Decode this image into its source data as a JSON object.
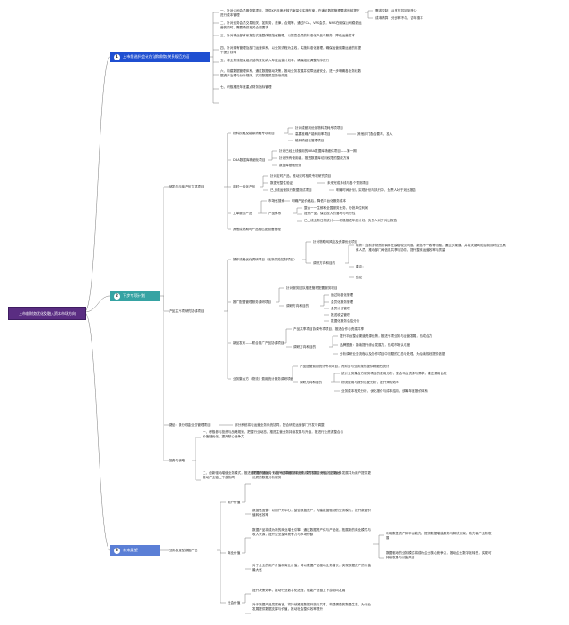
{
  "root": {
    "label": "上市前财务优化及融入资本市场方向"
  },
  "sections": [
    {
      "num": "1",
      "label": "上市前选择会计方法和财务关系规范方面"
    },
    {
      "num": "2",
      "label": "下步专项计划"
    },
    {
      "num": "3",
      "label": "未来展望"
    }
  ],
  "s1": {
    "items": [
      "一、针对公司会员服务类项目，提供KPI月度考核方案量化实施方案，在满足数据管理要求的前提下进行成本管理",
      "二、针对业务会员交易相关，如财务，法律，合规等，通过FCA，VPS会员，NMS在确保公司稳健运营的同时，需要确保相关合规要求",
      "三、针对事业部体系报告实施整体规范化管理，以提高会员的标准化产品与服务，降低运营成本",
      "四、针对现有管理及部门运营体系，以业务流程为主线，实施标准化管理，确保运营健康运营的前提下提升效率",
      "五、将业务流程及组织结构变化纳入年度运营计划中，确保组织调整有序进行",
      "六、构建数据管理体系，通过数据驱动决策，推动业务发展并保障运营安全，进一步明确各业务线数据资产治理与分析规则，实现数据质量持续改进",
      "七、积极推进年度重点财务指标管理"
    ],
    "side": [
      "需求控制：从多方控制到多少",
      "成本精算：分比率不均，否年惠平"
    ]
  },
  "s2": {
    "research": {
      "label": "研发与多商产品立项项目",
      "a": {
        "label": "物料损耗及能源消耗专项项目",
        "leaves": [
          "针对成都到优化物料损耗专项项目",
          "高要准确产能利用率项目",
          "能耗精细化管理项目"
        ],
        "note": "其他部门配合要求，投入"
      },
      "b": {
        "label": "DBA数据库精细化项目",
        "leaves": [
          "针对已经上线使用的DBA数据库精细化项目——第一期",
          "针对所有使用者，推进数据库访问权限的整改方案",
          "数据库基础优化"
        ]
      },
      "c": {
        "label": "定时一体化产品",
        "leaves": [
          "针对定时产品，推动定时相关专项研究项目",
          "数据完整性验证",
          "已上线运营执行数据测试项目"
        ],
        "notes": [
          "未来完成多线与各个预测项目",
          "明确时间计划，实现计划与执行中，负责人对于对比报告"
        ]
      },
      "d": {
        "label": "工单服务产品",
        "leaves": [
          "市场化搜索",
          "产品体系"
        ],
        "notes": [
          "明确产品价格后，降低平台化服务成本",
          "整合一一生鲜和全国服务业务，分批单位利润",
          "提升产品，保证投入的落地与可行性",
          "已上线业务日报统计——积极推进年度计划，负责人对于对比报告"
        ]
      },
      "e": {
        "label": "其他成熟期可产品相匹配设备管理"
      }
    },
    "operations": {
      "label": "产品主专项研究协调项目",
      "a": {
        "label": "操作流程优化调研项目（无新风险控制项目）",
        "leaves": [
          "针对物联网风险及资源优化项目",
          "调研方向和目的"
        ],
        "details": [
          "现状：当前对物资协调存在缺陷较大问题，数据不一致等问题，通过多渠道，并将关键风险控制点对应至具体人员，推动部门间信息共享与协同，提升整体运营效率与质量",
          "建议：",
          "结论"
        ]
      },
      "b": {
        "label": "推广配置管理服务调研项目",
        "leaves": [
          "针对服务团队推进管理配置服务项目",
          "调研方向和目的"
        ],
        "details": [
          "通过标准化管理",
          "会员化服务管理",
          "会员计划管理",
          "推送收益管理",
          "数据化服务总结分析"
        ]
      },
      "c": {
        "label": "新品发布——联合推广产品协调项目",
        "leaves": [
          "产品共享项目协调专项项目，推进合作与资源共享",
          "调研方向和目的"
        ],
        "details": [
          "提升平台整合渠道资源优势，推进专项业务与运营发展，形成合力",
          "品牌塑造：持续提升综合发展力，形成市场认可度",
          "分析调研业务流程以及协作项目中问题的汇总与处理，为后续规划提供依据"
        ]
      },
      "d": {
        "label": "业务集合方（物流）费用统计服务调研项目",
        "leaves": [
          "产品运营费用统计专项项目，为财务与业务规划提供精细化统计",
          "调研方向和目的"
        ],
        "details": [
          "统计业务集合方服务项目的费用分布，整合平台资源与需求，建立费用台账",
          "物流费用与报价匹配分析，提升采购效率",
          "业务成本相关分析，优化报价与成本结构，统筹年度报价体系"
        ]
      }
    },
    "roadmap": {
      "label": "路径：部分现金业务管理项目",
      "note": "部分系统将与运营业务系统协同，配合研发运营部门开发与调整"
    },
    "investment": {
      "label": "投资与战略",
      "items": [
        "一、积极参与投资与战略规划，把握行业动态，推进主营业务持续发展与升级，推进行业资源整合与价值链优化，提升核心竞争力",
        "二、创新驱动增值业务模式，推进跨界服务融合，以技术变革驱动新业务模式发展，积极推进落地，推动产业链上下游协同"
      ]
    }
  },
  "s3": {
    "label": "业务发展型数据产品",
    "value": {
      "label": "用户价值",
      "items": [
        "数据产品服务于用户业务管理与决策，提升数据价值，支撑业务发展并为用户提供更优质的数据分析服务",
        "数据化运营：以用户为中心，整合数据资产，构建数据驱动的业务模式，提升数据价值转化效率"
      ]
    },
    "biz": {
      "label": "商业价值",
      "items": [
        "数据产品将成为新的商业增长引擎，通过数据资产化与产品化，拓展新的商业模式与收入来源，提升企业整体竞争力与市场份额",
        "对于企业的用户价值和商业价值，将以数据产品驱动业务增长，实现数据资产的价值最大化"
      ],
      "notes": [
        "利用数据资产和平台能力，提供数据增值服务与解决方案，助力客户业务发展",
        "数据驱动的业务模式将成为企业核心竞争力，推动企业数字化转型，实现可持续发展与价值共创"
      ]
    },
    "social": {
      "label": "社会价值",
      "items": [
        "提升决策效率，推动行业数字化进程，赋能产业链上下游协同发展",
        "对于数据产品发展而言，将持续推进数据开放与共享，构建健康的数据生态，为行业发展提供数据支撑与价值，推动社会整体效率提升"
      ]
    }
  }
}
